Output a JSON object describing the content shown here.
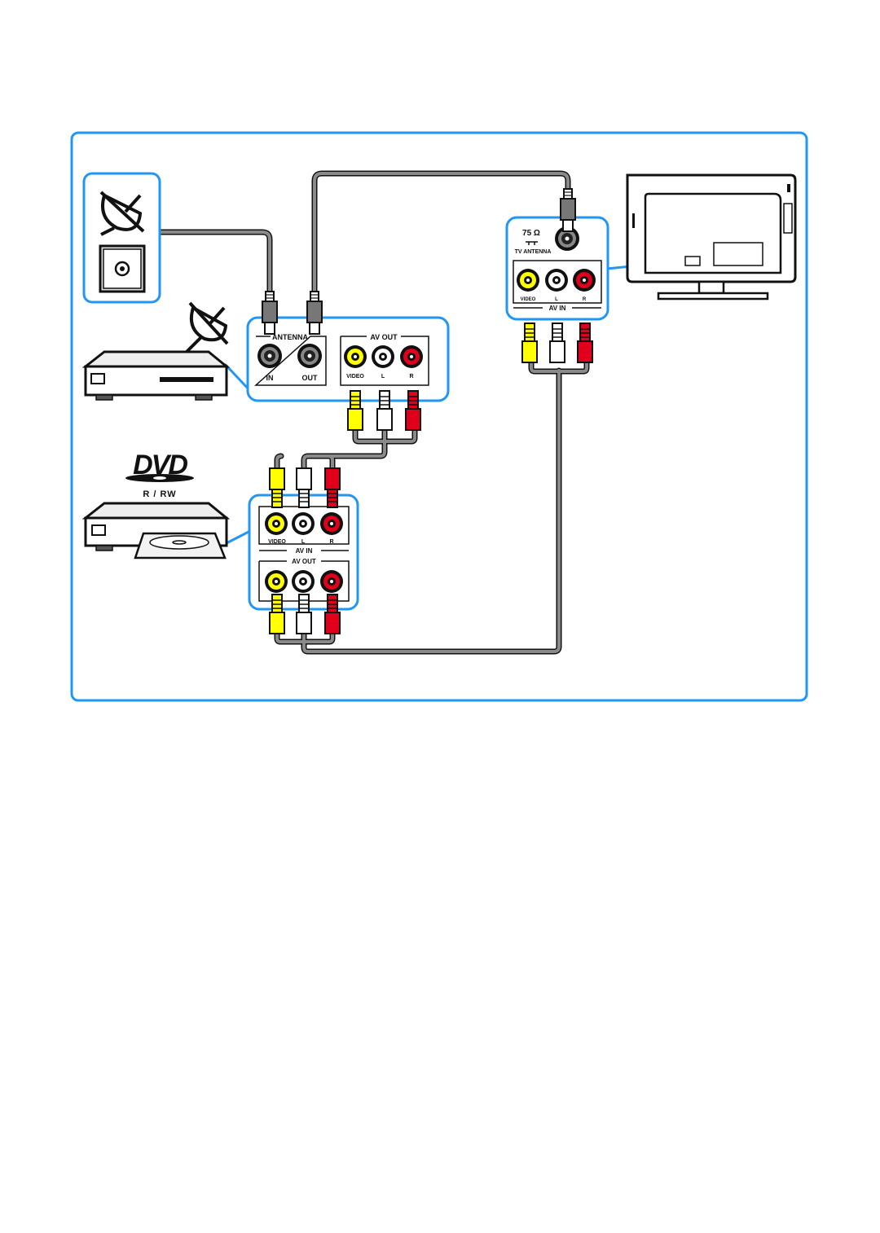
{
  "colors": {
    "frame": "#2196f3",
    "cable": "#8a8a8a",
    "video": "#ffff00",
    "audio_l": "#ffffff",
    "audio_r": "#e0001b"
  },
  "icons": [
    "satellite-dish-icon",
    "antenna-wall-socket-icon",
    "set-top-box-icon",
    "dvd-recorder-icon",
    "dvd-logo-icon",
    "tv-rear-icon"
  ],
  "stb_panel": {
    "antenna_label": "ANTENNA",
    "in_label": "IN",
    "out_label": "OUT",
    "av_out_label": "AV OUT",
    "video_label": "VIDEO",
    "l_label": "L",
    "r_label": "R"
  },
  "tv_panel": {
    "ohm_label": "75 Ω",
    "tv_antenna_label": "TV ANTENNA",
    "av_in_label": "AV IN",
    "video_label": "VIDEO",
    "l_label": "L",
    "r_label": "R"
  },
  "dvd_panel": {
    "av_in_label": "AV IN",
    "av_out_label": "AV OUT",
    "video_label": "VIDEO",
    "l_label": "L",
    "r_label": "R"
  },
  "dvd_logo": {
    "main": "DVD",
    "sub": "R / RW"
  }
}
